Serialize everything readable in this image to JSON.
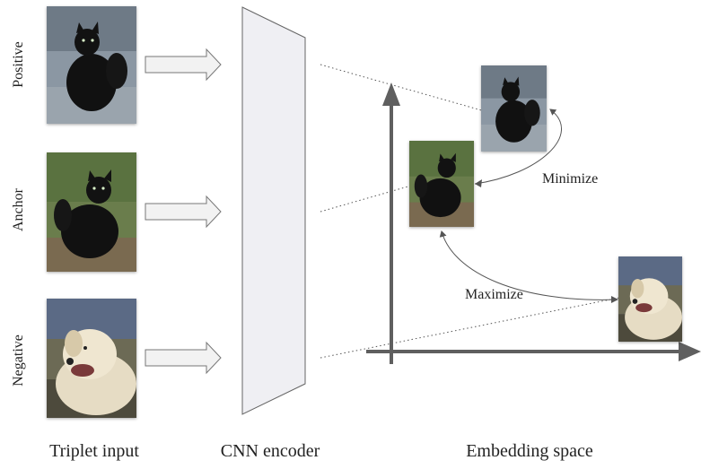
{
  "labels": {
    "positive": "Positive",
    "anchor": "Anchor",
    "negative": "Negative"
  },
  "captions": {
    "triplet": "Triplet input",
    "encoder": "CNN encoder",
    "embedding": "Embedding space"
  },
  "annotations": {
    "minimize": "Minimize",
    "maximize": "Maximize"
  },
  "colors": {
    "axis": "#5f5f5f",
    "encoder_fill": "#efeff3",
    "arrow_fill": "#f2f2f2",
    "stroke": "#555555"
  }
}
